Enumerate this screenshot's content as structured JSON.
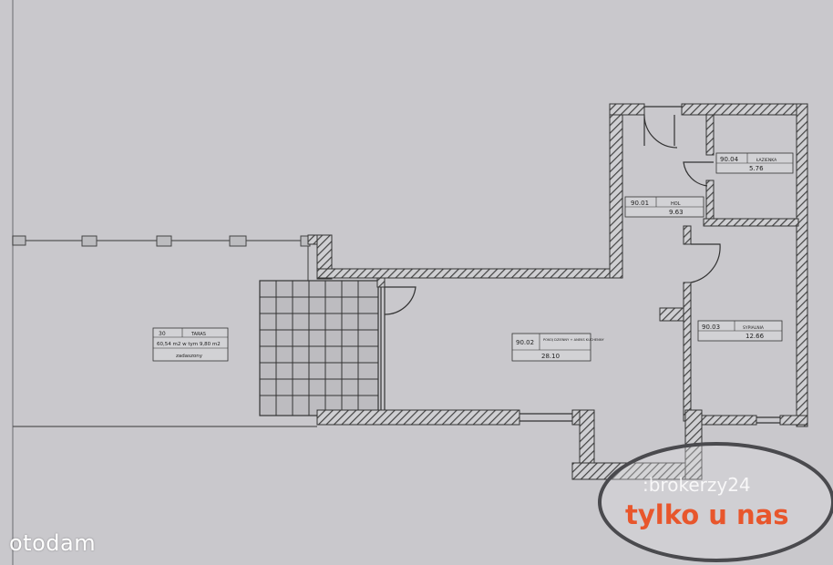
{
  "rooms": {
    "terrace": {
      "number": "30",
      "name": "TARAS",
      "area": "60,54 m2 w tym 9,80 m2",
      "note": "zadaszony"
    },
    "hall": {
      "number": "90.01",
      "name": "HOL",
      "area": "9.63"
    },
    "living": {
      "number": "90.02",
      "name": "POKOJ DZIENNY + ANEKS KUCHENNY",
      "area": "28.10"
    },
    "bedroom": {
      "number": "90.03",
      "name": "SYPIALNIA",
      "area": "12.66"
    },
    "bathroom": {
      "number": "90.04",
      "name": "ŁAZIENKA",
      "area": "5.76"
    }
  },
  "watermark": {
    "portal": "otodam",
    "broker": ":brokerzy",
    "broker_suffix": "24",
    "promo": "tylko u nas",
    "promo_color": "#e8562c"
  },
  "colors": {
    "paper": "#c9c8cc",
    "wall": "#5a5a5e",
    "line": "#333333"
  }
}
